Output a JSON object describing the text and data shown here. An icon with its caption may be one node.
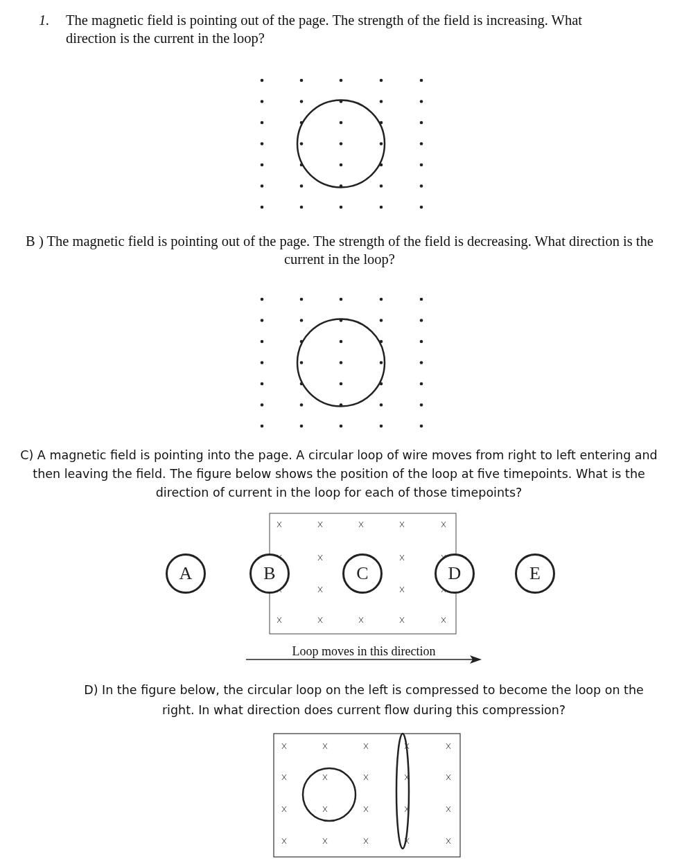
{
  "diagram": {
    "nodes": [
      {
        "text": [
          "A"
        ]
      },
      {
        "text": [
          "B"
        ]
      },
      {
        "text": [
          "C"
        ]
      },
      {
        "text": [
          "D"
        ]
      },
      {
        "text": [
          "E"
        ]
      }
    ],
    "labels": [
      "1.",
      "The magnetic field is pointing out of the page. The strength of the field is increasing. What direction is the current in the loop?",
      "B ) The magnetic field is pointing out of the page. The strength of the field is decreasing. What direction is the current in the loop?",
      "C) A magnetic field is pointing into the page. A circular loop of wire moves from right to left entering and then leaving the field. The figure below shows the position of the loop at five timepoints. What is the direction of current in the loop for each of those timepoints?",
      "Loop moves in this direction",
      "D) In the figure below, the circular loop on the left is compressed to become the loop on the right. In what direction does current flow during this compression?"
    ]
  }
}
